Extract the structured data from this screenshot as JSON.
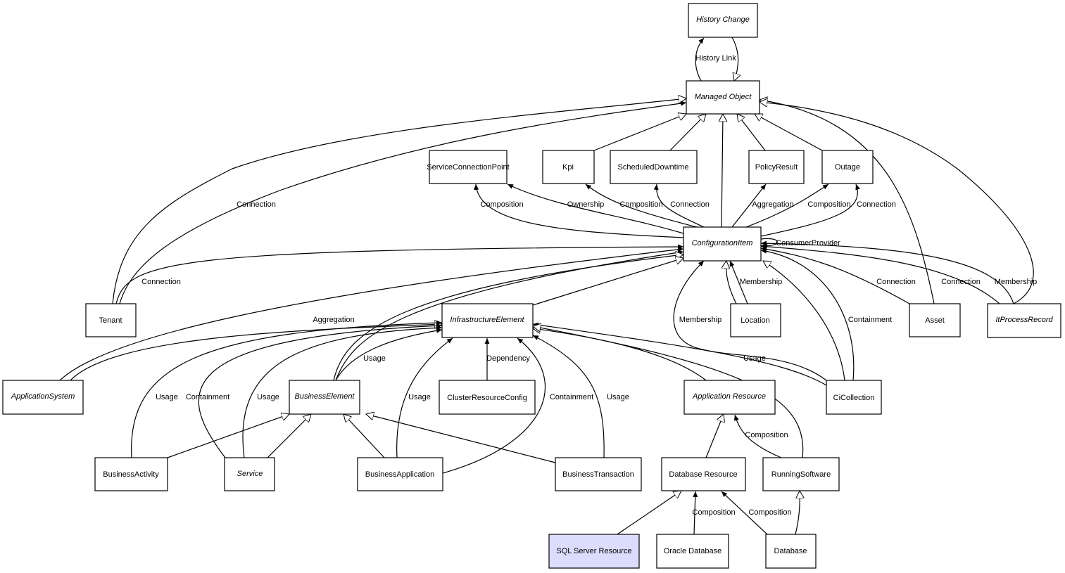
{
  "nodes": {
    "history_change": "History Change",
    "managed_object": "Managed Object",
    "service_connection_point": "ServiceConnectionPoint",
    "kpi": "Kpi",
    "scheduled_downtime": "ScheduledDowntime",
    "policy_result": "PolicyResult",
    "outage": "Outage",
    "configuration_item": "ConfigurationItem",
    "tenant": "Tenant",
    "infrastructure_element": "InfrastructureElement",
    "location": "Location",
    "asset": "Asset",
    "it_process_record": "ItProcessRecord",
    "application_system": "ApplicationSystem",
    "business_element": "BusinessElement",
    "cluster_resource_config": "ClusterResourceConfig",
    "application_resource": "Application Resource",
    "ci_collection": "CiCollection",
    "business_activity": "BusinessActivity",
    "service": "Service",
    "business_application": "BusinessApplication",
    "business_transaction": "BusinessTransaction",
    "database_resource": "Database Resource",
    "running_software": "RunningSoftware",
    "sql_server_resource": "SQL Server Resource",
    "oracle_database": "Oracle Database",
    "database": "Database"
  },
  "highlight_color": "#dcdcfc",
  "edge_labels": {
    "history_link": "History Link",
    "tenant_mo_connection": "Connection",
    "ci_scp_composition": "Composition",
    "ci_scp_ownership": "Ownership",
    "ci_kpi_composition": "Composition",
    "ci_sd_connection": "Connection",
    "ci_pr_aggregation": "Aggregation",
    "ci_outage_composition": "Composition",
    "ci_outage_connection": "Connection",
    "ci_consumer_provider": "ConsumerProvider",
    "tenant_ci_connection": "Connection",
    "location_membership": "Membership",
    "asset_connection": "Connection",
    "itpr_connection": "Connection",
    "itpr_membership": "Membership",
    "appsys_aggregation": "Aggregation",
    "cicoll_membership": "Membership",
    "cicoll_containment": "Containment",
    "be_usage": "Usage",
    "crc_dependency": "Dependency",
    "cicoll_usage": "Usage",
    "ba_usage": "Usage",
    "service_containment": "Containment",
    "service_usage": "Usage",
    "bapp_usage": "Usage",
    "bapp_containment": "Containment",
    "bt_usage": "Usage",
    "rs_composition": "Composition",
    "oracle_composition": "Composition",
    "database_composition": "Composition"
  }
}
